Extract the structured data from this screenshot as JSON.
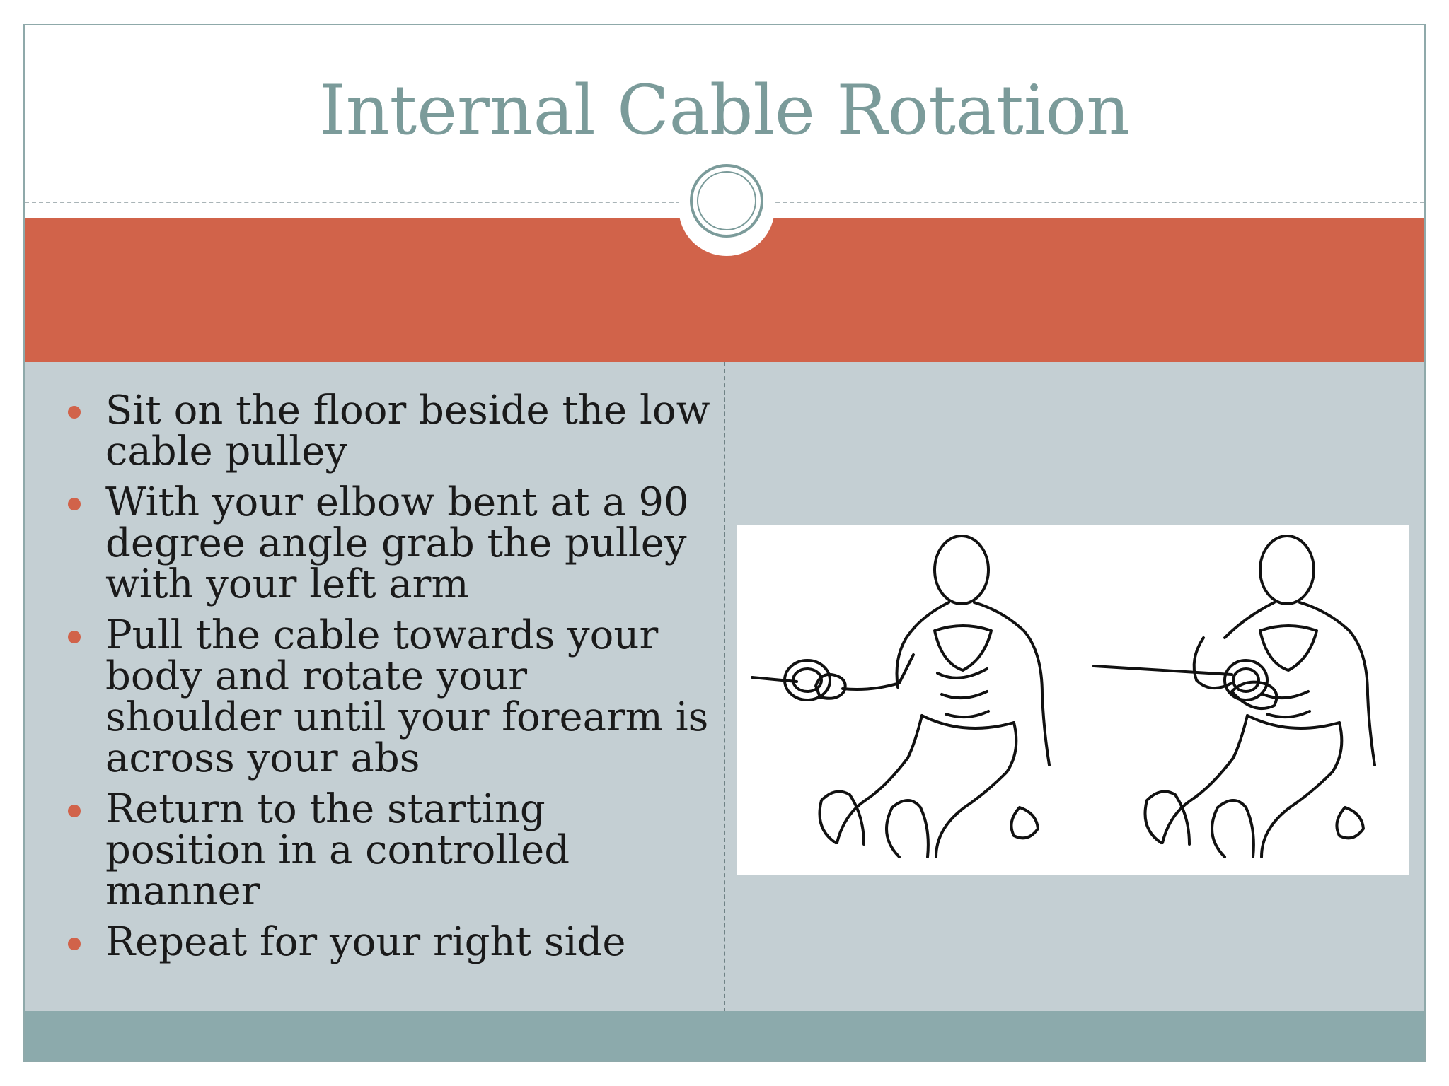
{
  "slide": {
    "title": "Internal Cable Rotation",
    "bullets": [
      "Sit on the floor beside the low cable pulley",
      "With your elbow bent at a 90 degree angle grab the pulley with your left arm",
      "Pull the cable towards your body and rotate your shoulder until your forearm is across your abs",
      "Return to the starting position in a controlled manner",
      "Repeat for your right side"
    ],
    "illustration": "two seated figures demonstrating internal cable rotation"
  },
  "colors": {
    "accent_orange": "#d1634a",
    "title_teal": "#7b9b9a",
    "content_bg": "#c4cfd3",
    "footer_teal": "#8caaac"
  }
}
